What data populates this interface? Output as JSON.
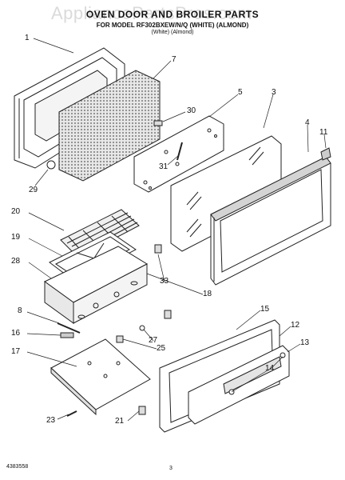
{
  "header": {
    "title": "OVEN DOOR AND BROILER PARTS",
    "subtitle": "FOR MODEL RF302BXEW/N/Q (WHITE) (ALMOND)",
    "variants": "(White)   (Almond)",
    "watermark": "AppliancePartsPros.com"
  },
  "footer": {
    "part_code": "4383558",
    "page": "3"
  },
  "callouts": [
    "1",
    "7",
    "30",
    "5",
    "3",
    "4",
    "11",
    "29",
    "31",
    "20",
    "19",
    "28",
    "33",
    "18",
    "8",
    "16",
    "17",
    "27",
    "25",
    "15",
    "12",
    "13",
    "14",
    "23",
    "21"
  ],
  "colors": {
    "line": "#222222",
    "shade": "#cfcfcf",
    "mesh": "#9a9a9a"
  }
}
